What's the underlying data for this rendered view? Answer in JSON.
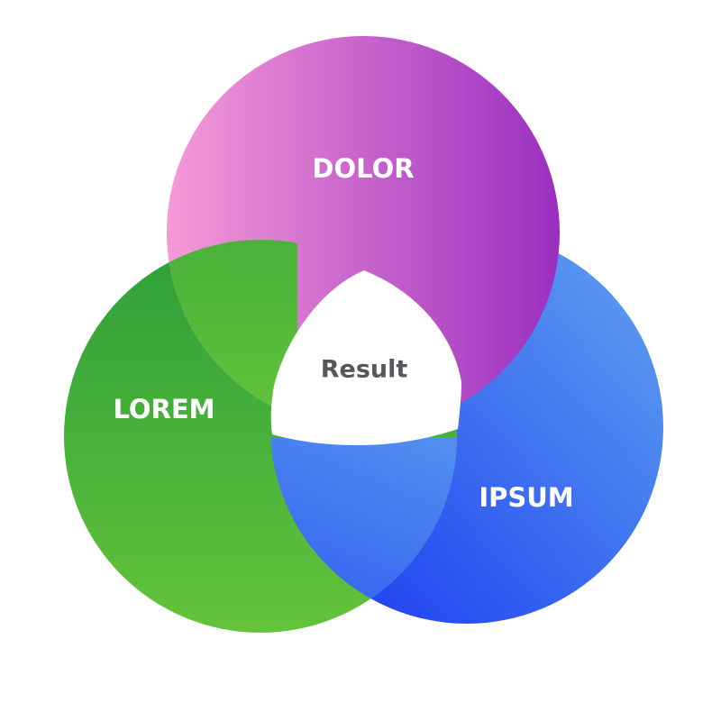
{
  "diagram": {
    "type": "venn",
    "sets": [
      {
        "label": "DOLOR",
        "colors": {
          "from": "#f59ad8",
          "to": "#9a2fc0"
        }
      },
      {
        "label": "LOREM",
        "colors": {
          "from": "#2e9e3a",
          "to": "#63c43b"
        }
      },
      {
        "label": "IPSUM",
        "colors": {
          "from": "#2448f0",
          "to": "#5a9af0"
        }
      }
    ],
    "center": {
      "label": "Result",
      "color": "#ffffff",
      "text_color": "#55575a"
    }
  }
}
